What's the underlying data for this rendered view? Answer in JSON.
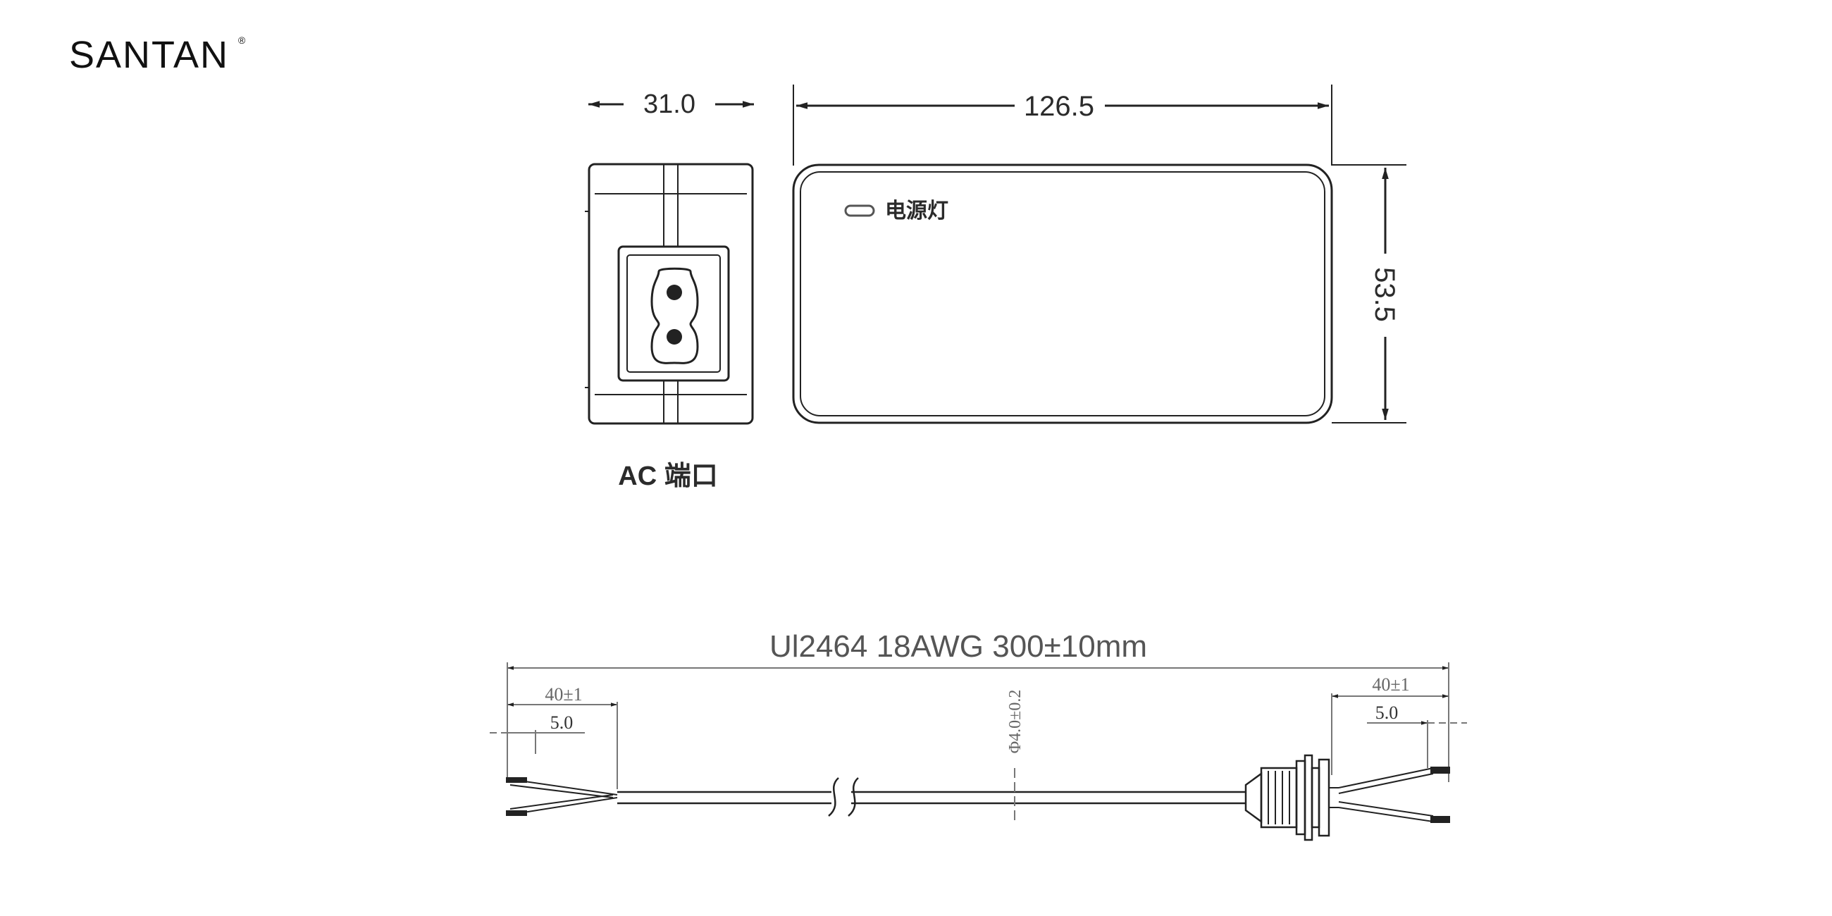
{
  "brand": {
    "name": "SANTAN",
    "mark": "®"
  },
  "top_view": {
    "width_dim": "31.0",
    "length_dim": "126.5",
    "height_dim": "53.5",
    "led_label": "电源灯",
    "ac_port_label": "AC 端口"
  },
  "cable": {
    "spec": "Ul2464 18AWG 300±10mm",
    "left_strip": "40±1",
    "left_tin": "5.0",
    "right_strip": "40±1",
    "right_tin": "5.0",
    "diameter": "Φ4.0±0.2"
  },
  "colors": {
    "line": "#222222",
    "text": "#2b2b2b",
    "dim_text": "#666666"
  }
}
